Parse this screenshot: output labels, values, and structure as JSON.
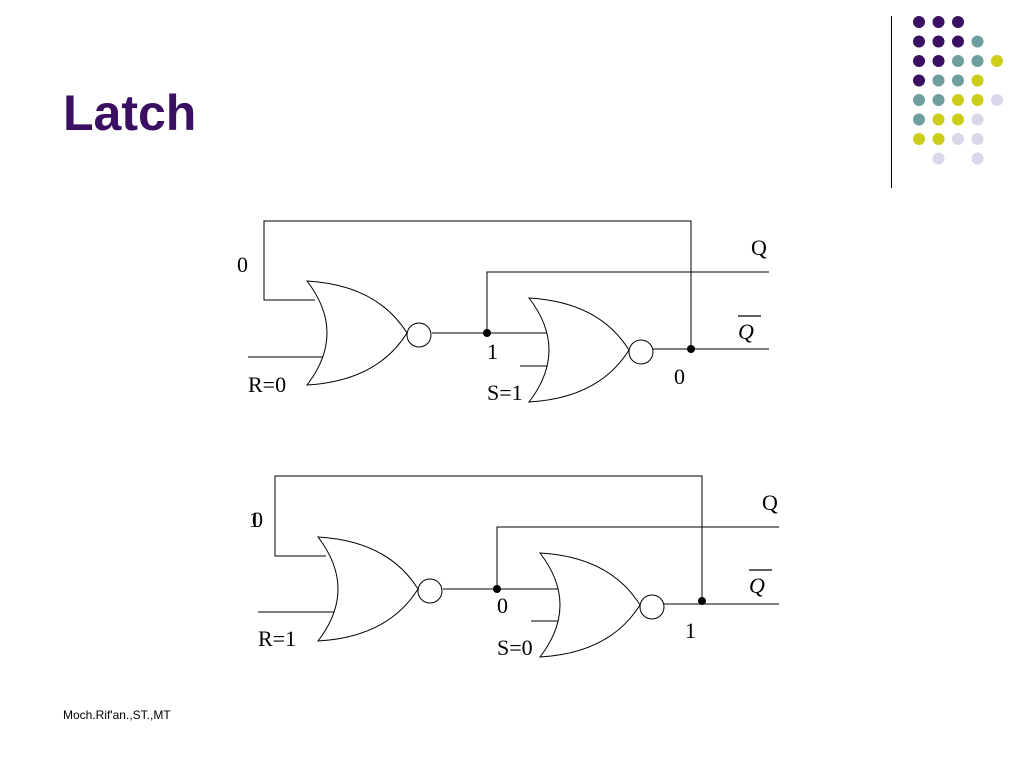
{
  "slide": {
    "title": "Latch",
    "footer": "Moch.Rif'an.,ST.,MT"
  },
  "colors": {
    "title": "#3b1063",
    "dot_purple": "#3b1063",
    "dot_teal": "#6f9e9e",
    "dot_yellow": "#cccc1a",
    "dot_lavender": "#d8d8ea"
  },
  "decoration": {
    "dot_grid": [
      [
        "purple",
        "purple",
        "purple",
        null,
        null
      ],
      [
        "purple",
        "purple",
        "purple",
        "teal",
        null
      ],
      [
        "purple",
        "purple",
        "teal",
        "teal",
        "yellow"
      ],
      [
        "purple",
        "teal",
        "teal",
        "yellow",
        null
      ],
      [
        "teal",
        "teal",
        "yellow",
        "yellow",
        "lavender"
      ],
      [
        "teal",
        "yellow",
        "yellow",
        "lavender",
        null
      ],
      [
        "yellow",
        "yellow",
        "lavender",
        "lavender",
        null
      ],
      [
        null,
        "lavender",
        null,
        "lavender",
        null
      ]
    ]
  },
  "circuits": [
    {
      "feedback_label": "0",
      "r_label": "R=0",
      "s_label": "S=1",
      "mid_label": "1",
      "out_label": "0",
      "q_label": "Q",
      "qbar_label": "Q"
    },
    {
      "feedback_label": "1",
      "feedback_label_overstrike": "0",
      "r_label": "R=1",
      "s_label": "S=0",
      "mid_label": "0",
      "out_label": "1",
      "q_label": "Q",
      "qbar_label": "Q"
    }
  ]
}
